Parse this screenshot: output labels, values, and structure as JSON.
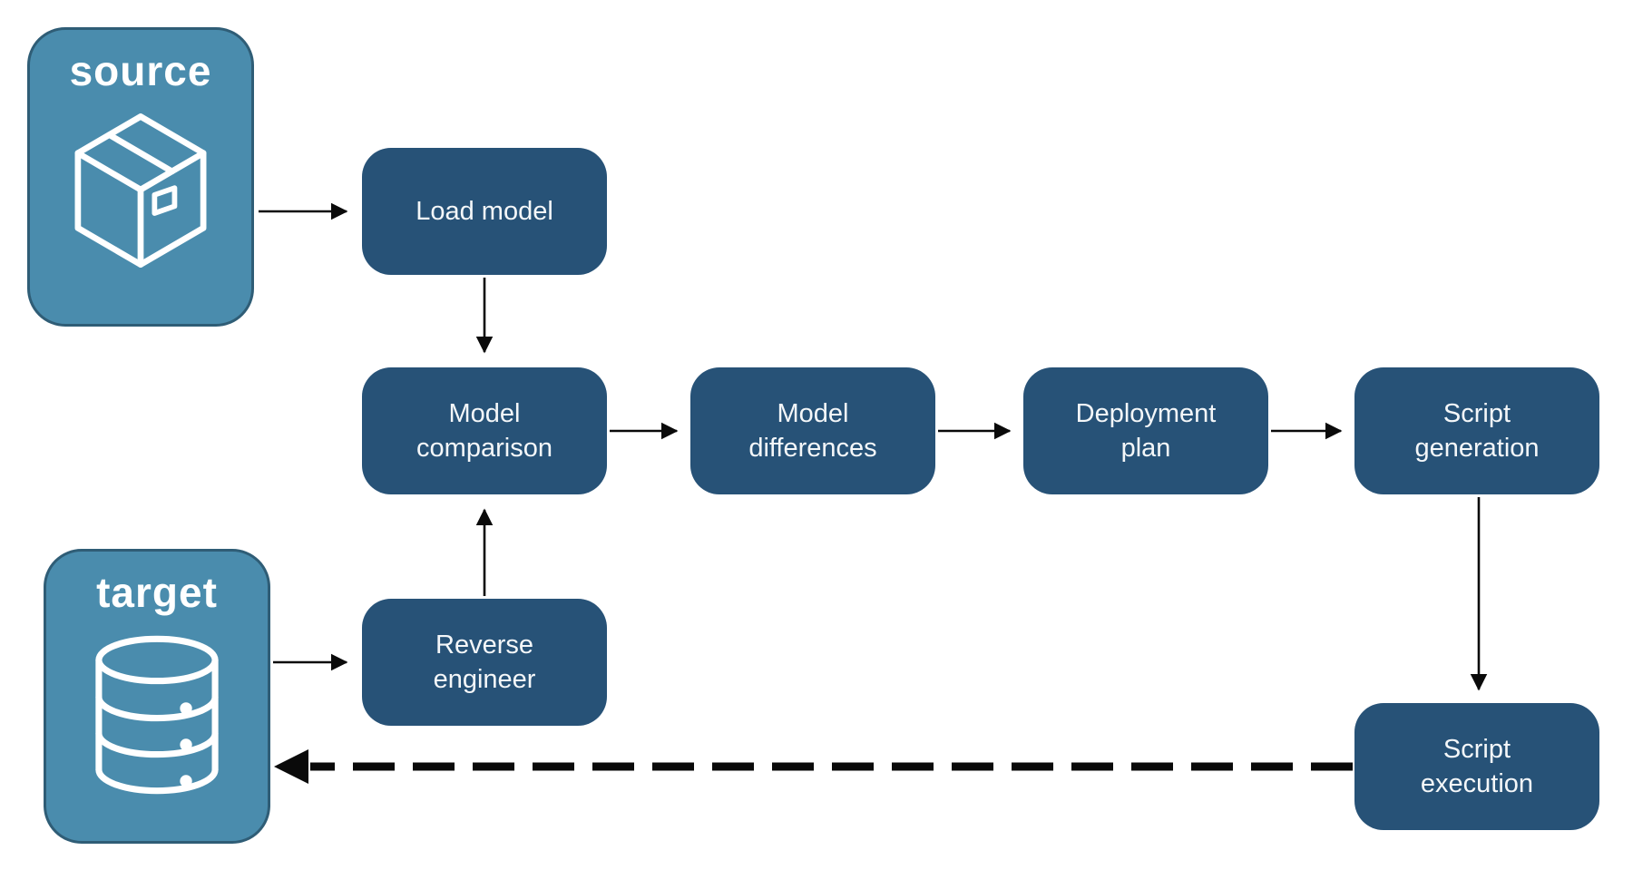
{
  "endpoints": {
    "source": {
      "label": "source",
      "icon": "package-icon"
    },
    "target": {
      "label": "target",
      "icon": "database-icon"
    }
  },
  "nodes": {
    "load_model": {
      "label": "Load model"
    },
    "model_comparison": {
      "label": "Model comparison"
    },
    "model_differences": {
      "label": "Model differences"
    },
    "deployment_plan": {
      "label": "Deployment plan"
    },
    "script_generation": {
      "label": "Script generation"
    },
    "reverse_engineer": {
      "label": "Reverse engineer"
    },
    "script_execution": {
      "label": "Script execution"
    }
  },
  "edges": [
    {
      "from": "source",
      "to": "load_model",
      "style": "solid"
    },
    {
      "from": "load_model",
      "to": "model_comparison",
      "style": "solid"
    },
    {
      "from": "model_comparison",
      "to": "model_differences",
      "style": "solid"
    },
    {
      "from": "model_differences",
      "to": "deployment_plan",
      "style": "solid"
    },
    {
      "from": "deployment_plan",
      "to": "script_generation",
      "style": "solid"
    },
    {
      "from": "script_generation",
      "to": "script_execution",
      "style": "solid"
    },
    {
      "from": "target",
      "to": "reverse_engineer",
      "style": "solid"
    },
    {
      "from": "reverse_engineer",
      "to": "model_comparison",
      "style": "solid"
    },
    {
      "from": "script_execution",
      "to": "target",
      "style": "dashed"
    }
  ],
  "colors": {
    "endpoint_fill": "#4a8cad",
    "endpoint_border": "#2f5d76",
    "node_fill": "#275277",
    "label_text": "#f4f7f9",
    "endpoint_label_text": "#ffffff",
    "arrow": "#0a0a0a",
    "background": "#ffffff"
  }
}
